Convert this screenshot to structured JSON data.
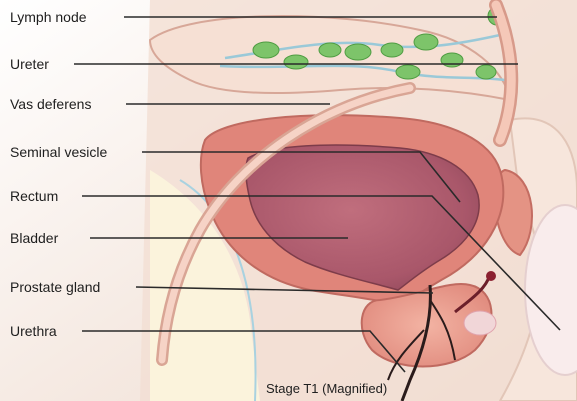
{
  "diagram": {
    "labels": [
      "Lymph node",
      "Ureter",
      "Vas deferens",
      "Seminal vesicle",
      "Rectum",
      "Bladder",
      "Prostate gland",
      "Urethra"
    ],
    "caption": "Stage T1 (Magnified)"
  },
  "colors": {
    "skin": "#f3e3d8",
    "peach": "#f0d2c2",
    "bladder_wall": "#e0857a",
    "bladder_inner": "#b75f6f",
    "lymph_node": "#7dc46a",
    "vessel": "#9ac9d8",
    "tumor": "#f1d6d8"
  }
}
